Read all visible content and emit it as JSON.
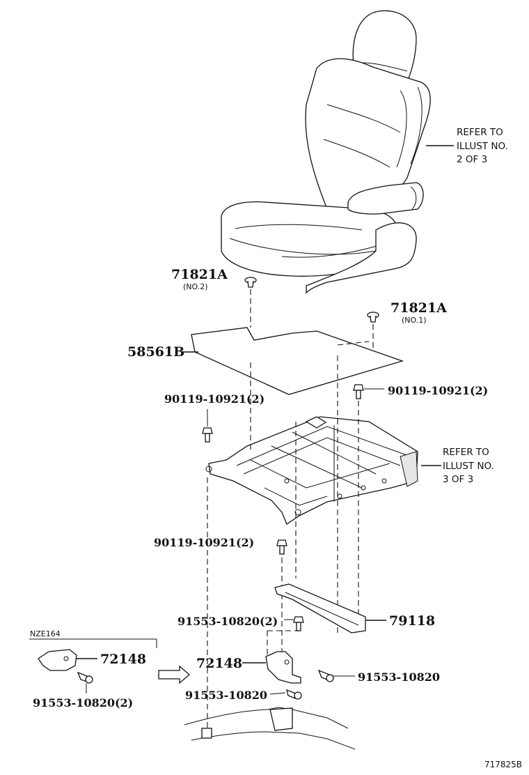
{
  "callouts": {
    "seat_ref": [
      "REFER TO",
      "ILLUST NO.",
      "2 OF 3"
    ],
    "frame_ref": [
      "REFER TO",
      "ILLUST NO.",
      "3 OF 3"
    ],
    "clip_left": "71821A",
    "clip_left_note": "(NO.2)",
    "clip_right": "71821A",
    "clip_right_note": "(NO.1)",
    "mat": "58561B",
    "bolt_upper_right": "90119-10921(2)",
    "bolt_upper_left": "90119-10921(2)",
    "bolt_middle": "90119-10921(2)",
    "bar": "79118",
    "screw_bracket_top": "91553-10820(2)",
    "bracket": "72148",
    "screw_bracket_right": "91553-10820",
    "screw_bracket_bottom": "91553-10820",
    "variant_label": "NZE164",
    "variant_bracket": "72148",
    "variant_screw": "91553-10820(2)"
  },
  "figure_id": "717825B"
}
